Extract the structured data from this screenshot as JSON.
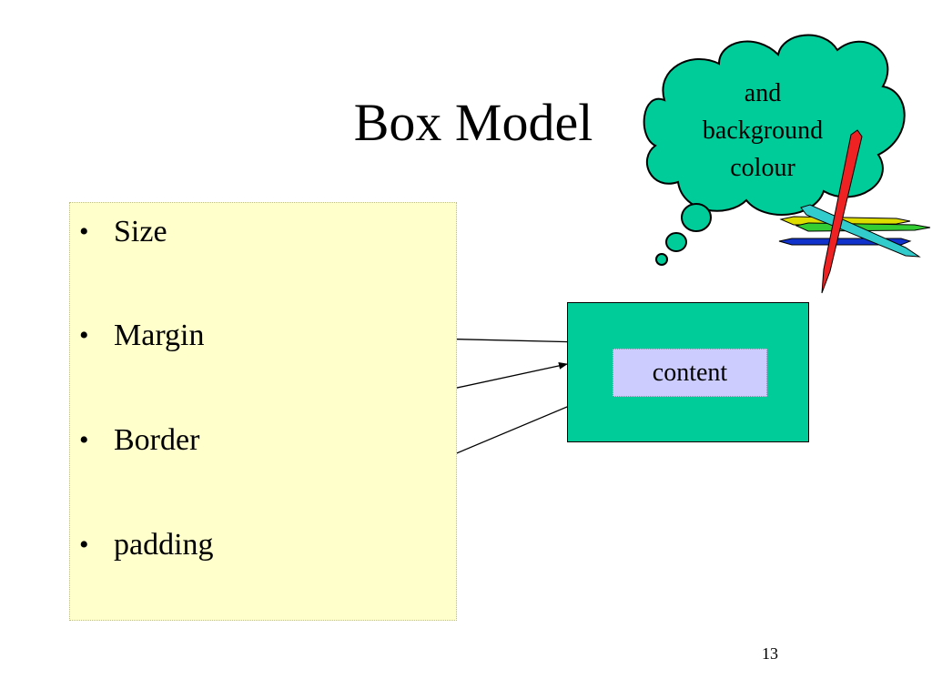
{
  "slide": {
    "title": "Box Model",
    "bullets": [
      "Size",
      "Margin",
      "Border",
      "padding"
    ],
    "box_label": "content",
    "thought_bubble": [
      "and",
      "background",
      "colour"
    ],
    "page_number": "13"
  },
  "colors": {
    "bullet_panel": "#ffffcc",
    "outer_box": "#00cc99",
    "content_box": "#ccccff",
    "cloud": "#00cc99"
  },
  "icons": [
    "thought-cloud",
    "coloured-pencils-icon",
    "arrow-icon"
  ]
}
